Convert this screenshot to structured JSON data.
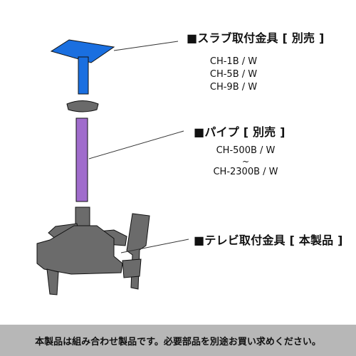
{
  "colors": {
    "slab": "#1a6fe0",
    "pipe": "#a06ccc",
    "washer": "#6a6a6a",
    "tv_mount": "#6b6b6b",
    "footer_bg": "#b7b7b7"
  },
  "slab_mount": {
    "title": "■スラブ取付金具 [ 別売 ]",
    "models": [
      "CH-1B / W",
      "CH-5B / W",
      "CH-9B / W"
    ]
  },
  "pipe": {
    "title": "■パイプ [ 別売 ]",
    "range_from": "CH-500B / W",
    "range_sep": "~",
    "range_to": "CH-2300B / W"
  },
  "tv_mount": {
    "title": "■テレビ取付金具 [ 本製品 ]"
  },
  "footer": {
    "note": "本製品は組み合わせ製品です。必要部品を別途お買い求めください。"
  }
}
